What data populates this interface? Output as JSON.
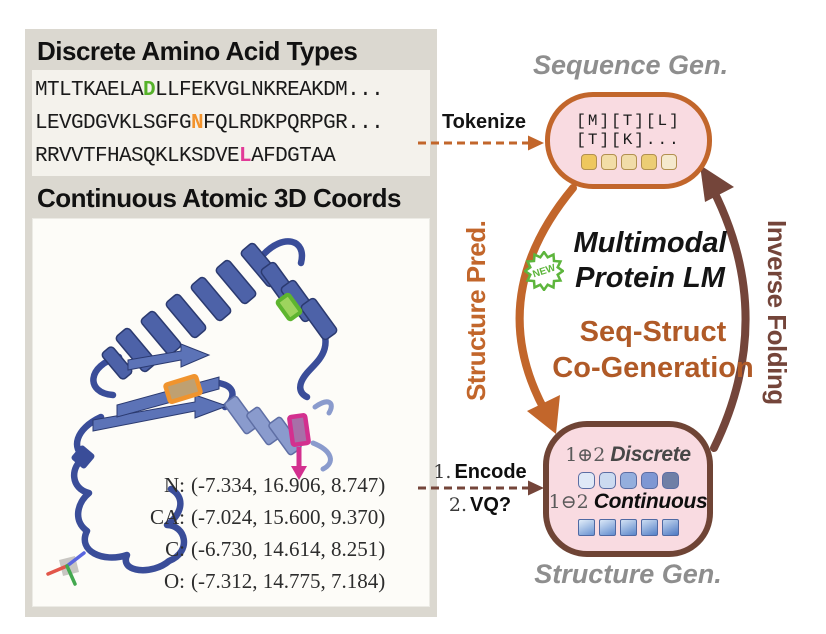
{
  "left_panel": {
    "seq_title": "Discrete Amino Acid Types",
    "sequence_lines": [
      {
        "pre": "MTLTKAELA",
        "hl": "D",
        "hl_color": "#56b22a",
        "post": "LLFEKVGLNKREAKDM..."
      },
      {
        "pre": "LEVGDGVKLSGFG",
        "hl": "N",
        "hl_color": "#f2932c",
        "post": "FQLRDKPQRPGR..."
      },
      {
        "pre": "RRVVTFHASQKLKSDVE",
        "hl": "L",
        "hl_color": "#e23a97",
        "post": "AFDGTAA"
      }
    ],
    "coords_title": "Continuous Atomic 3D Coords",
    "atom_coords": [
      {
        "atom": "N:",
        "value": "(-7.334, 16.906, 8.747)"
      },
      {
        "atom": "CA:",
        "value": "(-7.024, 15.600, 9.370)"
      },
      {
        "atom": "C:",
        "value": "(-6.730, 14.614, 8.251)"
      },
      {
        "atom": "O:",
        "value": "(-7.312, 14.775, 7.184)"
      }
    ]
  },
  "diagram": {
    "sequence_gen_label": "Sequence Gen.",
    "structure_gen_label": "Structure Gen.",
    "tokenize_label": "Tokenize",
    "encode_step": {
      "num": "1.",
      "word": "Encode"
    },
    "vq_step": {
      "num": "2.",
      "word": "VQ?"
    },
    "structure_pred_label": "Structure Pred.",
    "inverse_folding_label": "Inverse Folding",
    "model_title_line1": "Multimodal",
    "model_title_line2": "Protein LM",
    "new_badge": "NEW",
    "cogen_line1": "Seq-Struct",
    "cogen_line2": "Co-Generation",
    "seq_tokens": {
      "line1": "[M][T][L]",
      "line2": "[T][K]..."
    },
    "discrete_row": {
      "prefix": "1⊕2",
      "word": "Discrete"
    },
    "continuous_row": {
      "prefix": "1⊖2",
      "word": "Continuous"
    },
    "seq_token_colors": [
      "#eec75e",
      "#f2dda6",
      "#f1dca8",
      "#eccd74",
      "#f5e9cd"
    ],
    "discrete_token_colors": [
      "#dfe9f7",
      "#cbdaf0",
      "#94aedd",
      "#7e97d3",
      "#6f7fa6"
    ],
    "continuous_token_colors": [
      [
        "#dce9f7",
        "#6e96d3"
      ],
      [
        "#d4e3f5",
        "#6790d0"
      ],
      [
        "#cdddf2",
        "#608acc"
      ],
      [
        "#c6d8f0",
        "#5a84c9"
      ],
      [
        "#bed2ed",
        "#537dc5"
      ]
    ],
    "colors": {
      "orange_arc": "#c2662b",
      "brown_arc": "#74453a",
      "pill_pink": "#f9dbe1",
      "badge_green": "#5db53c",
      "cogen_text": "#b05a27",
      "gen_label_gray": "#8e8e8e"
    }
  }
}
